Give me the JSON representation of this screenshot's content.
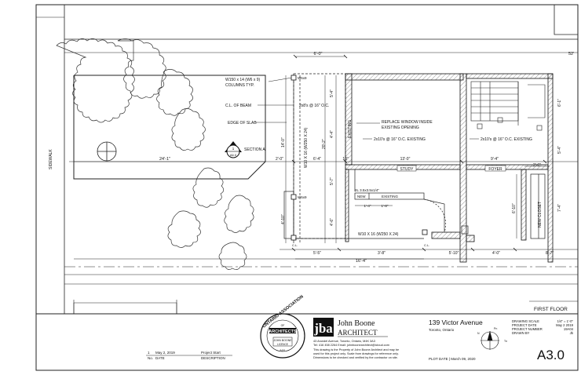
{
  "drawing": {
    "sidewalk_label": "SIDEWALK",
    "dims": {
      "top_6_0": "6'-0\"",
      "top_52": "52'",
      "d24_1": "24'-1\"",
      "d2_0": "2'-0\"",
      "d6_4": "6'-4\"",
      "d10": "10\"",
      "d13_0": "13'-0\"",
      "d9_4": "9'-4\"",
      "d2_6": "2'-6\"",
      "d5_4_left": "5'-4\"",
      "d4_4": "4'-4\"",
      "d20_2": "20'-2\"",
      "d14_0": "14'-0\"",
      "d5_7": "5'-7\"",
      "d4_6": "4'-6\"",
      "d4_10": "4'-10\"",
      "d1_4": "1'-4\"",
      "d1_8": "1'-8\"",
      "d5_5": "5'-5\"",
      "d3_8": "3'-8\"",
      "d5_10": "5'-10\"",
      "d4_0": "4'-0\"",
      "d8_7": "8'-7\"",
      "d16_4": "16'-4\"",
      "d6_1": "6'-1\"",
      "d5_4_right": "5'-4\"",
      "d7_4": "7'-4\"",
      "d6_10": "6'-10\""
    },
    "notes": {
      "columns_1": "W150 x 14 (W6 x 9)",
      "columns_2": "COLUMNS TYP.",
      "cl_beam": "C.L. OF BEAM",
      "edge_slab": "EDGE OF SLAB",
      "replace_1": "REPLACE WINDOW INSIDE",
      "replace_2": "EXISTING OPENING",
      "joists_left": "2x10's @ 16\" O.C. EXISTING",
      "joists_right": "2x10's @ 16\" O.C. EXISTING",
      "joists_new": "2x8's @ 16\" O.C.",
      "w6x9_a": "W6x9",
      "w6x9_b": "W6x9",
      "beam_vertical": "W10 X 16 (W250 X 24)",
      "beam_bottom": "W10 X 16 (W250 X 24)",
      "angle": "2L 3.5x3.5x1/4\"",
      "new": "NEW",
      "existing_beam": "EXISTING",
      "existing_wall": "EXISTING",
      "cl": "C.L.",
      "section_label": "SECTION A",
      "section_num": "1",
      "section_sheet": "A6.0"
    },
    "rooms": {
      "study": "STUDY",
      "foyer": "FOYER",
      "closet": "NEW CLOSET"
    },
    "floor_label": "FIRST FLOOR"
  },
  "title_block": {
    "rev_no": "1",
    "rev_date": "May 2, 2019",
    "rev_desc": "Project Start",
    "col_no": "No.",
    "col_date": "DATE",
    "col_desc": "DESCRIPTION",
    "seal_top": "ONTARIO ASSOCIATION",
    "seal_of": "OF",
    "seal_mid": "ARCHITECTS",
    "seal_name": "JOHN BOONE",
    "seal_licence": "LICENCE",
    "seal_num": "8491",
    "logo": "jba",
    "firm_name": "John Boone",
    "firm_sub": "ARCHITECT",
    "address": "43 Arundel Avenue, Toronto, Ontario, M4K 3A3",
    "contact": "Tel: 416 458 2264   Email: johnboonearchitect@icloud.com",
    "disclaimer_1": "This drawing is the Property of John Boone Architect and may be",
    "disclaimer_2": "used for this project only. Scale from drawings for reference only.",
    "disclaimer_3": "Dimensions to be checked and verified by the contractor on site.",
    "project_name": "139 Victor Avenue",
    "project_city": "Toronto, Ontario",
    "plot_date": "PLOT DATE  |  March 09, 2020",
    "north_labels": [
      "Pn",
      "N",
      "Tn"
    ],
    "info_labels": [
      "DRAWING SCALE",
      "PROJECT DATE",
      "PROJECT NUMBER",
      "DRAWN BY"
    ],
    "info_values": [
      "1/4\" = 1'-0\"",
      "May 2 2019",
      "19A04",
      "Jb"
    ],
    "sheet_number": "A3.0"
  }
}
